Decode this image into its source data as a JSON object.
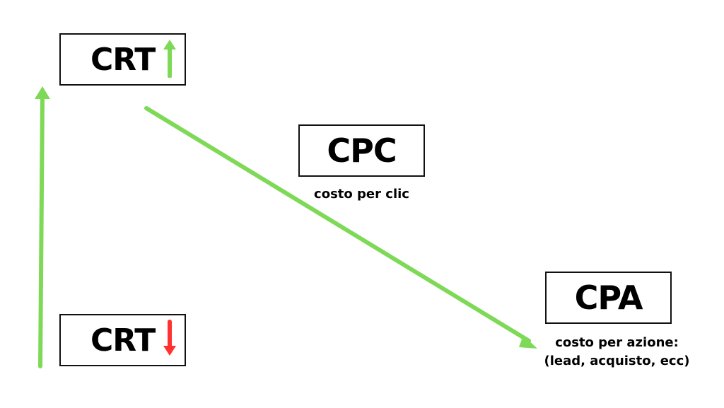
{
  "colors": {
    "arrow_green": "#7ed957",
    "arrow_red": "#ff3131",
    "border": "#111111"
  },
  "nodes": {
    "crt_high": {
      "label": "CRT",
      "indicator_icon": "up-arrow-icon",
      "indicator_color": "#7ed957"
    },
    "crt_low": {
      "label": "CRT",
      "indicator_icon": "down-arrow-icon",
      "indicator_color": "#ff3131"
    },
    "cpc": {
      "label": "CPC",
      "caption": "costo per clic"
    },
    "cpa": {
      "label": "CPA",
      "caption_line1": "costo per azione:",
      "caption_line2": "(lead, acquisto, ecc)"
    }
  },
  "connectors": [
    {
      "from": "crt_low",
      "to": "crt_high",
      "direction": "up",
      "color": "#7ed957"
    },
    {
      "from": "crt_high",
      "to": "cpa",
      "direction": "diagonal-down-right",
      "color": "#7ed957"
    }
  ]
}
